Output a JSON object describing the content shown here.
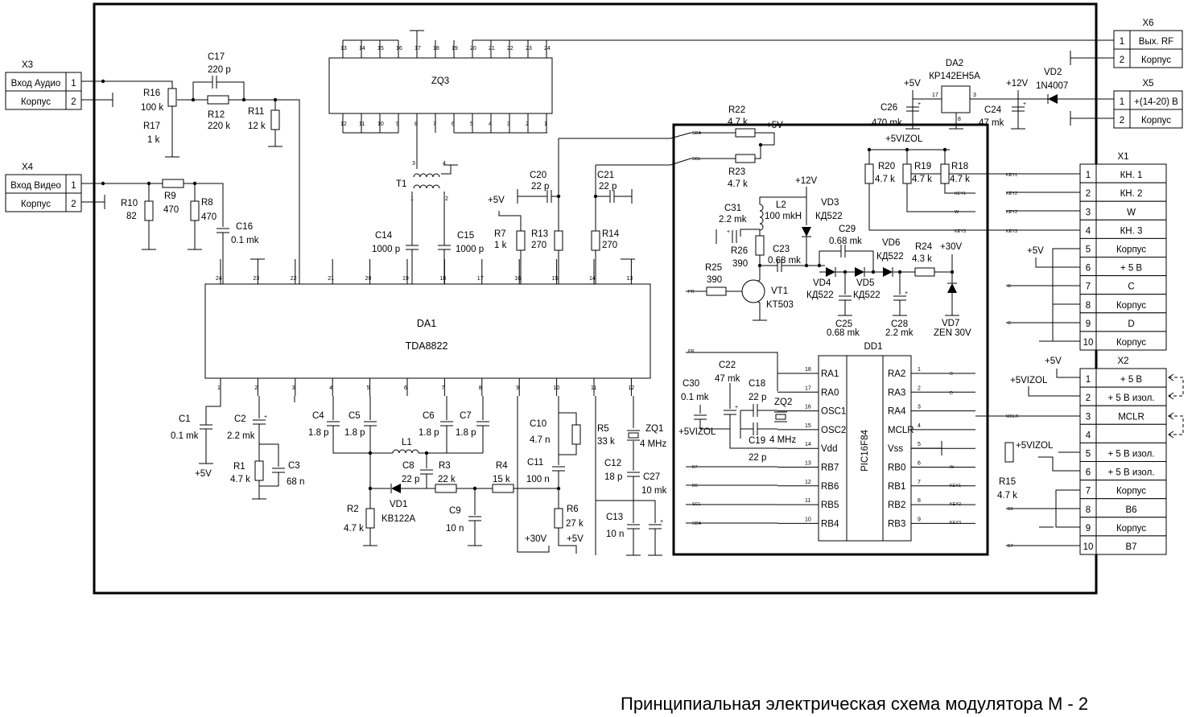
{
  "caption": "Принципиальная электрическая схема модулятора М - 2",
  "ics": {
    "da1": {
      "name": "DA1",
      "part": "TDA8822",
      "top_pins": [
        "24",
        "23",
        "22",
        "21",
        "20",
        "19",
        "18",
        "17",
        "16",
        "15",
        "14",
        "13"
      ],
      "bottom_pins": [
        "1",
        "2",
        "3",
        "4",
        "5",
        "6",
        "7",
        "8",
        "9",
        "10",
        "11",
        "12"
      ]
    },
    "zq3": {
      "name": "ZQ3",
      "top_pins": [
        "13",
        "14",
        "15",
        "16",
        "17",
        "18",
        "19",
        "20",
        "21",
        "22",
        "23",
        "24"
      ],
      "bottom_pins": [
        "12",
        "11",
        "10",
        "9",
        "8",
        "7",
        "6",
        "5",
        "4",
        "3",
        "2",
        "1"
      ]
    },
    "dd1": {
      "name": "DD1",
      "part": "PIC16F84",
      "left_pins": [
        {
          "num": "18",
          "label": "RA1"
        },
        {
          "num": "17",
          "label": "RA0"
        },
        {
          "num": "16",
          "label": "OSC1"
        },
        {
          "num": "15",
          "label": "OSC2"
        },
        {
          "num": "14",
          "label": "Vdd"
        },
        {
          "num": "13",
          "label": "RB7"
        },
        {
          "num": "12",
          "label": "RB6"
        },
        {
          "num": "11",
          "label": "RB5"
        },
        {
          "num": "10",
          "label": "RB4"
        }
      ],
      "right_pins": [
        {
          "num": "1",
          "label": "RA2"
        },
        {
          "num": "2",
          "label": "RA3"
        },
        {
          "num": "3",
          "label": "RA4"
        },
        {
          "num": "4",
          "label": "MCLR"
        },
        {
          "num": "5",
          "label": "Vss"
        },
        {
          "num": "6",
          "label": "RB0"
        },
        {
          "num": "7",
          "label": "RB1"
        },
        {
          "num": "8",
          "label": "RB2"
        },
        {
          "num": "9",
          "label": "RB3"
        }
      ]
    },
    "da2": {
      "name": "DA2",
      "part": "КР142ЕН5А",
      "pins": [
        "17",
        "3",
        "8"
      ]
    }
  },
  "connectors": {
    "x3": {
      "name": "X3",
      "rows": [
        {
          "num": "1",
          "label": "Вход Аудио"
        },
        {
          "num": "2",
          "label": "Корпус"
        }
      ]
    },
    "x4": {
      "name": "X4",
      "rows": [
        {
          "num": "1",
          "label": "Вход Видео"
        },
        {
          "num": "2",
          "label": "Корпус"
        }
      ]
    },
    "x6": {
      "name": "X6",
      "rows": [
        {
          "num": "1",
          "label": "Вых. RF"
        },
        {
          "num": "2",
          "label": "Корпус"
        }
      ]
    },
    "x5": {
      "name": "X5",
      "rows": [
        {
          "num": "1",
          "label": "+(14-20) В"
        },
        {
          "num": "2",
          "label": "Корпус"
        }
      ]
    },
    "x1": {
      "name": "X1",
      "rows": [
        {
          "num": "1",
          "label": "КН. 1"
        },
        {
          "num": "2",
          "label": "КН. 2"
        },
        {
          "num": "3",
          "label": "W"
        },
        {
          "num": "4",
          "label": "КН. 3"
        },
        {
          "num": "5",
          "label": "Корпус"
        },
        {
          "num": "6",
          "label": "+ 5 В"
        },
        {
          "num": "7",
          "label": "C"
        },
        {
          "num": "8",
          "label": "Корпус"
        },
        {
          "num": "9",
          "label": "D"
        },
        {
          "num": "10",
          "label": "Корпус"
        }
      ]
    },
    "x2": {
      "name": "X2",
      "rows": [
        {
          "num": "1",
          "label": "+ 5 В"
        },
        {
          "num": "2",
          "label": "+ 5 В изол."
        },
        {
          "num": "3",
          "label": "MCLR"
        },
        {
          "num": "4",
          "label": ""
        },
        {
          "num": "5",
          "label": "+ 5 В изол."
        },
        {
          "num": "6",
          "label": "+ 5 В изол."
        },
        {
          "num": "7",
          "label": "Корпус"
        },
        {
          "num": "8",
          "label": "B6"
        },
        {
          "num": "9",
          "label": "Корпус"
        },
        {
          "num": "10",
          "label": "B7"
        }
      ]
    }
  },
  "labels": [
    {
      "id": "c17",
      "t": "C17"
    },
    {
      "id": "c17v",
      "t": "220 p"
    },
    {
      "id": "r16",
      "t": "R16"
    },
    {
      "id": "r16v",
      "t": "100 k"
    },
    {
      "id": "r17",
      "t": "R17"
    },
    {
      "id": "r17v",
      "t": "1 k"
    },
    {
      "id": "r12",
      "t": "R12"
    },
    {
      "id": "r12v",
      "t": "220 k"
    },
    {
      "id": "r11",
      "t": "R11"
    },
    {
      "id": "r11v",
      "t": "12 k"
    },
    {
      "id": "r9",
      "t": "R9"
    },
    {
      "id": "r9v",
      "t": "470"
    },
    {
      "id": "r10",
      "t": "R10"
    },
    {
      "id": "r10v",
      "t": "82"
    },
    {
      "id": "r8",
      "t": "R8"
    },
    {
      "id": "r8v",
      "t": "470"
    },
    {
      "id": "c16",
      "t": "C16"
    },
    {
      "id": "c16v",
      "t": "0.1 mk"
    },
    {
      "id": "t1",
      "t": "T1"
    },
    {
      "id": "c14",
      "t": "C14"
    },
    {
      "id": "c14v",
      "t": "1000 p"
    },
    {
      "id": "c15",
      "t": "C15"
    },
    {
      "id": "c15v",
      "t": "1000 p"
    },
    {
      "id": "c20",
      "t": "C20"
    },
    {
      "id": "c20v",
      "t": "22 p"
    },
    {
      "id": "c21",
      "t": "C21"
    },
    {
      "id": "c21v",
      "t": "22 p"
    },
    {
      "id": "p5v_r7",
      "t": "+5V"
    },
    {
      "id": "r7",
      "t": "R7"
    },
    {
      "id": "r7v",
      "t": "1 k"
    },
    {
      "id": "r13",
      "t": "R13"
    },
    {
      "id": "r13v",
      "t": "270"
    },
    {
      "id": "r14",
      "t": "R14"
    },
    {
      "id": "r14v",
      "t": "270"
    },
    {
      "id": "c1",
      "t": "C1"
    },
    {
      "id": "c1v",
      "t": "0.1 mk"
    },
    {
      "id": "c2",
      "t": "C2"
    },
    {
      "id": "c2v",
      "t": "2.2 mk"
    },
    {
      "id": "p5v_c1",
      "t": "+5V"
    },
    {
      "id": "r1",
      "t": "R1"
    },
    {
      "id": "r1v",
      "t": "4.7 k"
    },
    {
      "id": "c3",
      "t": "C3"
    },
    {
      "id": "c3v",
      "t": "68 n"
    },
    {
      "id": "c4",
      "t": "C4"
    },
    {
      "id": "c4v",
      "t": "1.8 p"
    },
    {
      "id": "c5",
      "t": "C5"
    },
    {
      "id": "c5v",
      "t": "1.8 p"
    },
    {
      "id": "c6",
      "t": "C6"
    },
    {
      "id": "c6v",
      "t": "1.8 p"
    },
    {
      "id": "c7",
      "t": "C7"
    },
    {
      "id": "c7v",
      "t": "1.8 p"
    },
    {
      "id": "l1",
      "t": "L1"
    },
    {
      "id": "c8",
      "t": "C8"
    },
    {
      "id": "c8v",
      "t": "22 p"
    },
    {
      "id": "r3",
      "t": "R3"
    },
    {
      "id": "r3v",
      "t": "22 k"
    },
    {
      "id": "r4",
      "t": "R4"
    },
    {
      "id": "r4v",
      "t": "15 k"
    },
    {
      "id": "vd1",
      "t": "VD1"
    },
    {
      "id": "vd1v",
      "t": "KB122A"
    },
    {
      "id": "r2",
      "t": "R2"
    },
    {
      "id": "r2v",
      "t": "4.7 k"
    },
    {
      "id": "c9",
      "t": "C9"
    },
    {
      "id": "c9v",
      "t": "10 n"
    },
    {
      "id": "c10",
      "t": "C10"
    },
    {
      "id": "c10v",
      "t": "4.7 n"
    },
    {
      "id": "c11",
      "t": "C11"
    },
    {
      "id": "c11v",
      "t": "100 n"
    },
    {
      "id": "r5",
      "t": "R5"
    },
    {
      "id": "r5v",
      "t": "33 k"
    },
    {
      "id": "r6",
      "t": "R6"
    },
    {
      "id": "r6v",
      "t": "27 k"
    },
    {
      "id": "p30v",
      "t": "+30V"
    },
    {
      "id": "p5v_r6",
      "t": "+5V"
    },
    {
      "id": "zq1",
      "t": "ZQ1"
    },
    {
      "id": "zq1v",
      "t": "4 MHz"
    },
    {
      "id": "c12",
      "t": "C12"
    },
    {
      "id": "c12v",
      "t": "18 p"
    },
    {
      "id": "c27",
      "t": "C27"
    },
    {
      "id": "c27v",
      "t": "10 mk"
    },
    {
      "id": "c13",
      "t": "C13"
    },
    {
      "id": "c13v",
      "t": "10 n"
    },
    {
      "id": "r22",
      "t": "R22"
    },
    {
      "id": "r22v",
      "t": "4.7 k"
    },
    {
      "id": "p5v_r22",
      "t": "+5V"
    },
    {
      "id": "r23",
      "t": "R23"
    },
    {
      "id": "r23v",
      "t": "4.7 k"
    },
    {
      "id": "p12v_l2",
      "t": "+12V"
    },
    {
      "id": "c31",
      "t": "C31"
    },
    {
      "id": "c31v",
      "t": "2.2 mk"
    },
    {
      "id": "l2",
      "t": "L2"
    },
    {
      "id": "l2v",
      "t": "100 mkH"
    },
    {
      "id": "vd3",
      "t": "VD3"
    },
    {
      "id": "vd3v",
      "t": "КД522"
    },
    {
      "id": "c29",
      "t": "C29"
    },
    {
      "id": "c29v",
      "t": "0.68 mk"
    },
    {
      "id": "vd6",
      "t": "VD6"
    },
    {
      "id": "vd6v",
      "t": "КД522"
    },
    {
      "id": "r24",
      "t": "R24"
    },
    {
      "id": "r24v",
      "t": "4.3 k"
    },
    {
      "id": "p30v_r24",
      "t": "+30V"
    },
    {
      "id": "r26",
      "t": "R26"
    },
    {
      "id": "r26v",
      "t": "390"
    },
    {
      "id": "c23",
      "t": "C23"
    },
    {
      "id": "c23v",
      "t": "0.68 mk"
    },
    {
      "id": "r25",
      "t": "R25"
    },
    {
      "id": "r25v",
      "t": "390"
    },
    {
      "id": "vt1",
      "t": "VT1"
    },
    {
      "id": "vt1v",
      "t": "KT503"
    },
    {
      "id": "vd4",
      "t": "VD4"
    },
    {
      "id": "vd4v",
      "t": "КД522"
    },
    {
      "id": "vd5",
      "t": "VD5"
    },
    {
      "id": "vd5v",
      "t": "КД522"
    },
    {
      "id": "c25",
      "t": "C25"
    },
    {
      "id": "c25v",
      "t": "0.68 mk"
    },
    {
      "id": "c28",
      "t": "C28"
    },
    {
      "id": "c28v",
      "t": "2.2 mk"
    },
    {
      "id": "vd7",
      "t": "VD7"
    },
    {
      "id": "vd7v",
      "t": "ZEN 30V"
    },
    {
      "id": "p5vizol_top",
      "t": "+5VIZOL"
    },
    {
      "id": "r20",
      "t": "R20"
    },
    {
      "id": "r20v",
      "t": "4.7 k"
    },
    {
      "id": "r19",
      "t": "R19"
    },
    {
      "id": "r19v",
      "t": "4.7 k"
    },
    {
      "id": "r18",
      "t": "R18"
    },
    {
      "id": "r18v",
      "t": "4.7 k"
    },
    {
      "id": "c22",
      "t": "C22"
    },
    {
      "id": "c22v",
      "t": "47 mk"
    },
    {
      "id": "c30",
      "t": "C30"
    },
    {
      "id": "c30v",
      "t": "0.1 mk"
    },
    {
      "id": "c18",
      "t": "C18"
    },
    {
      "id": "c18v",
      "t": "22 p"
    },
    {
      "id": "zq2",
      "t": "ZQ2"
    },
    {
      "id": "zq2v",
      "t": "4 MHz"
    },
    {
      "id": "p5vizol_c30",
      "t": "+5VIZOL"
    },
    {
      "id": "c19",
      "t": "C19"
    },
    {
      "id": "c19v",
      "t": "22 p"
    },
    {
      "id": "p5v_da2",
      "t": "+5V"
    },
    {
      "id": "c26",
      "t": "C26"
    },
    {
      "id": "c26v",
      "t": "470 mk"
    },
    {
      "id": "p12v_da2",
      "t": "+12V"
    },
    {
      "id": "c24",
      "t": "C24"
    },
    {
      "id": "c24v",
      "t": "47 mk"
    },
    {
      "id": "vd2",
      "t": "VD2"
    },
    {
      "id": "vd2v",
      "t": "1N4007"
    },
    {
      "id": "p5v_x1",
      "t": "+5V"
    },
    {
      "id": "p5v_x2",
      "t": "+5V"
    },
    {
      "id": "p5vizol_x2a",
      "t": "+5VIZOL"
    },
    {
      "id": "p5vizol_x2b",
      "t": "+5VIZOL"
    },
    {
      "id": "r15",
      "t": "R15"
    },
    {
      "id": "r15v",
      "t": "4.7 k"
    }
  ],
  "signals": [
    {
      "id": "s_sda_top",
      "t": "SDA"
    },
    {
      "id": "s_scl_top",
      "t": "SCL"
    },
    {
      "id": "s_key1",
      "t": "KEY1"
    },
    {
      "id": "s_key1b",
      "t": "KEY1"
    },
    {
      "id": "s_key2",
      "t": "KEY2"
    },
    {
      "id": "s_w",
      "t": "W"
    },
    {
      "id": "s_key3",
      "t": "KEY3"
    },
    {
      "id": "s_key3b",
      "t": "KEY3"
    },
    {
      "id": "s_key2b",
      "t": "KEY2"
    },
    {
      "id": "s_pr",
      "t": "PR"
    },
    {
      "id": "s_pr2",
      "t": "PR"
    },
    {
      "id": "s_d",
      "t": "D"
    },
    {
      "id": "s_c",
      "t": "C"
    },
    {
      "id": "s_c_ra2",
      "t": "C"
    },
    {
      "id": "s_d_ra3",
      "t": "D"
    },
    {
      "id": "s_mclr",
      "t": "MCLR"
    },
    {
      "id": "s_w_rb0",
      "t": "W"
    },
    {
      "id": "s_key1_rb1",
      "t": "KEY1"
    },
    {
      "id": "s_key2_rb2",
      "t": "KEY2"
    },
    {
      "id": "s_key3_rb3",
      "t": "KEY3"
    },
    {
      "id": "s_b7",
      "t": "B7"
    },
    {
      "id": "s_b6",
      "t": "B6"
    },
    {
      "id": "s_scl",
      "t": "SCL"
    },
    {
      "id": "s_sda",
      "t": "SDA"
    },
    {
      "id": "s_b6_x2",
      "t": "B6"
    },
    {
      "id": "s_b7_x2",
      "t": "B7"
    }
  ]
}
